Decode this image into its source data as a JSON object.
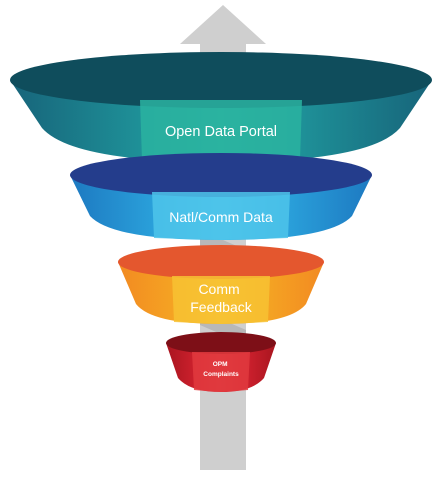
{
  "funnel": {
    "tiers": [
      {
        "lines": [
          "Open Data Portal"
        ],
        "colors": {
          "light": "#2ab3a0",
          "mid": "#1e8f97",
          "dark": "#17647a",
          "inner": "#0f4d5c"
        }
      },
      {
        "lines": [
          "Natl/Comm Data"
        ],
        "colors": {
          "light": "#4dc4ea",
          "mid": "#2ba3dc",
          "dark": "#1d79c1",
          "inner": "#243d8c"
        }
      },
      {
        "lines": [
          "Comm",
          "Feedback"
        ],
        "colors": {
          "light": "#f7c232",
          "mid": "#f5a623",
          "dark": "#f28a22",
          "inner": "#e4572e"
        }
      },
      {
        "lines": [
          "OPM",
          "Complaints"
        ],
        "colors": {
          "light": "#e03a3e",
          "mid": "#d1222f",
          "dark": "#a9151f",
          "inner": "#7d0f17"
        }
      }
    ],
    "arrow": {
      "color": "#cfcfcf",
      "shade": "#b8b8b8"
    }
  }
}
